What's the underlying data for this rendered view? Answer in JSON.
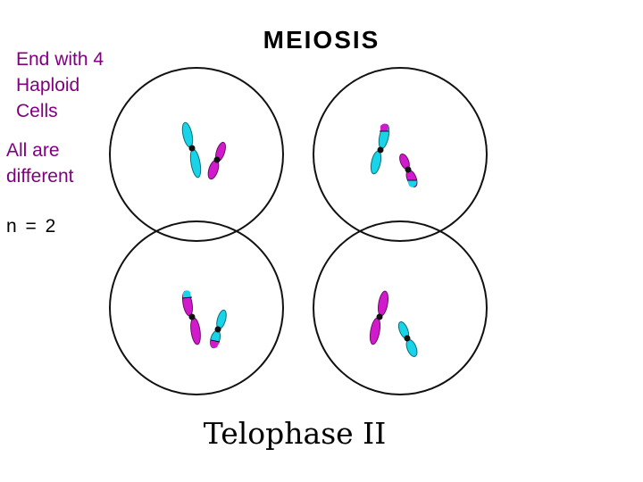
{
  "title": "MEIOSIS",
  "notes": {
    "result": "End with 4\nHaploid\nCells",
    "difference": "All are\ndifferent",
    "chromosome_number": "n = 2"
  },
  "caption": "Telophase II",
  "colors": {
    "purple_text": "#800080",
    "cyan": "#19D3E8",
    "magenta": "#D11ACC",
    "centromere": "#111111"
  }
}
